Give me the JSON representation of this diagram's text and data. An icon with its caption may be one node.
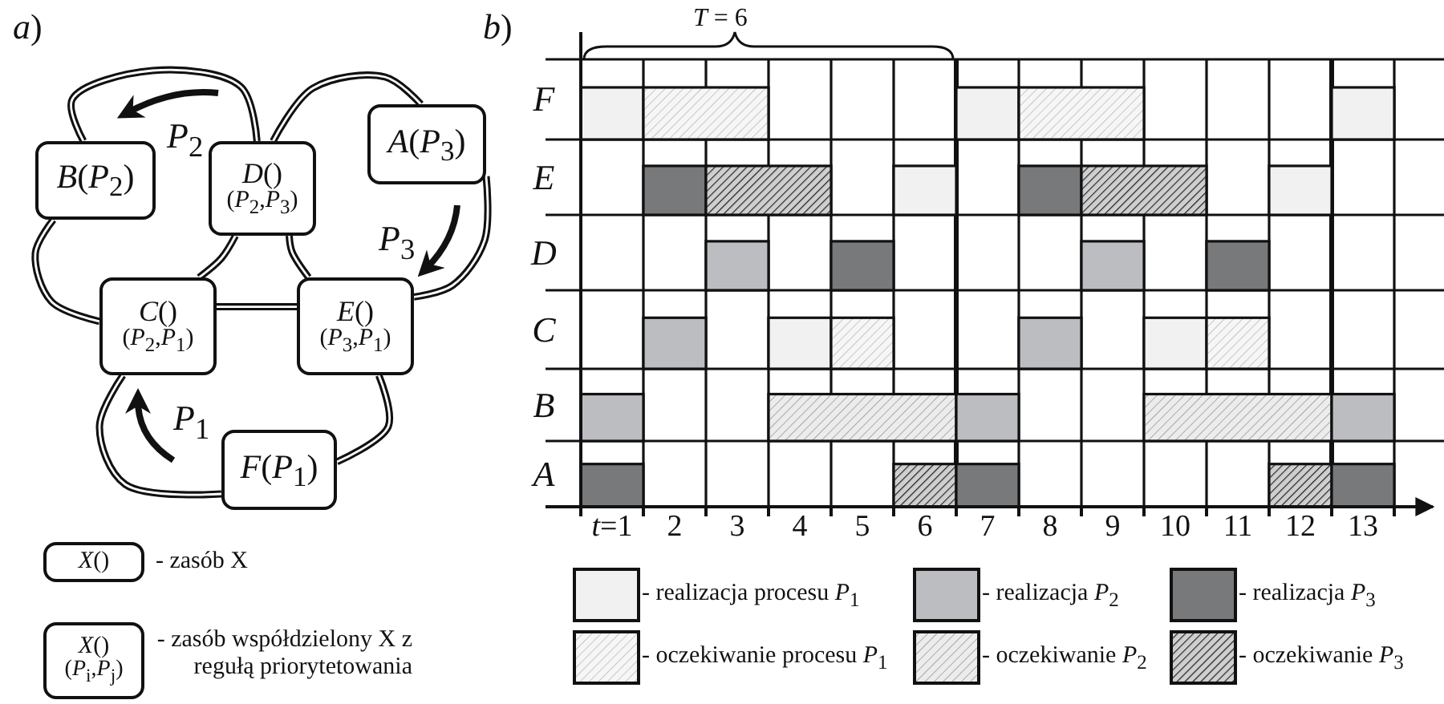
{
  "diagram": {
    "nodes": [
      {
        "text": [
          "*B*(*P*$_{2}$)"
        ]
      },
      {
        "text": [
          "*D*()",
          "(*P*$_{2}$,*P*$_{3}$)"
        ]
      },
      {
        "text": [
          "*A*(*P*$_{3}$)"
        ]
      },
      {
        "text": [
          "*C*()",
          "(*P*$_{2}$,*P*$_{1}$)"
        ]
      },
      {
        "text": [
          "*E*()",
          "(*P*$_{3}$,*P*$_{1}$)"
        ]
      },
      {
        "text": [
          "*F*(*P*$_{1}$)"
        ]
      },
      {
        "text": [
          "*X*()"
        ],
        "beside": [
          "- zasób X"
        ]
      },
      {
        "text": [
          "*X*()",
          "(*P*$_{i}$,*P*$_{j}$)"
        ],
        "beside": [
          "- zasób współdzielony X z regułą priorytetowania"
        ]
      }
    ],
    "edges": [
      {
        "from": 0,
        "to": 1,
        "arrow": "none"
      },
      {
        "from": 1,
        "to": 3,
        "arrow": "none"
      },
      {
        "from": 3,
        "to": 0,
        "arrow": "none"
      },
      {
        "from": 1,
        "to": 2,
        "arrow": "none"
      },
      {
        "from": 2,
        "to": 4,
        "arrow": "none"
      },
      {
        "from": 4,
        "to": 1,
        "arrow": "none"
      },
      {
        "from": 3,
        "to": 4,
        "arrow": "none"
      },
      {
        "from": 4,
        "to": 5,
        "arrow": "none"
      },
      {
        "from": 5,
        "to": 3,
        "arrow": "none"
      }
    ],
    "labels": [
      "*a*)",
      "*b*)",
      "*T* = 6",
      "*P*$_{2}$",
      "*P*$_{3}$",
      "*P*$_{1}$",
      "F",
      "E",
      "D",
      "C",
      "B",
      "A",
      "*t*=1",
      "2",
      "3",
      "4",
      "5",
      "6",
      "7",
      "8",
      "9",
      "10",
      "11",
      "12",
      "13"
    ],
    "legend": [
      {
        "text": "- realizacja procesu *P*$_{1}$",
        "color": "#f1f1f1"
      },
      {
        "text": "- realizacja *P*$_{2}$",
        "color": "#bcbdc0"
      },
      {
        "text": "- realizacja *P*$_{3}$",
        "color": "#77797b"
      },
      {
        "text": "- oczekiwanie procesu *P*$_{1}$"
      },
      {
        "text": "- oczekiwanie *P*$_{2}$"
      },
      {
        "text": "- oczekiwanie *P*$_{3}$"
      }
    ]
  }
}
